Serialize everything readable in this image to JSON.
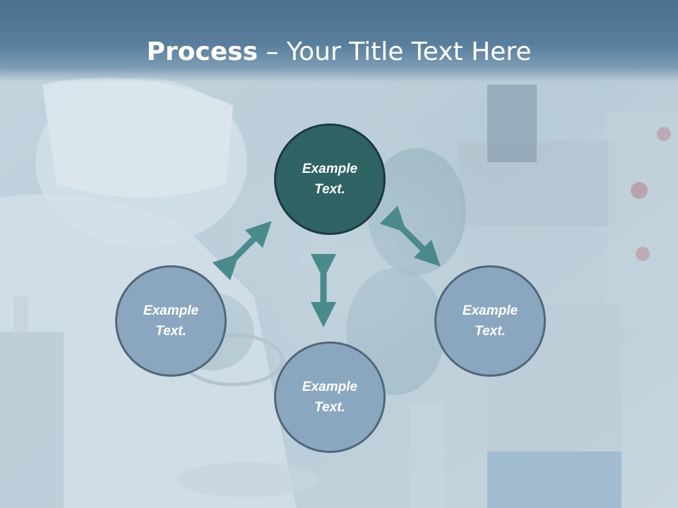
{
  "title": {
    "bold": "Process",
    "separator": " – ",
    "rest": "Your Title Text Here"
  },
  "nodes": {
    "top": {
      "label": "Example Text."
    },
    "left": {
      "label": "Example Text."
    },
    "bottom": {
      "label": "Example Text."
    },
    "right": {
      "label": "Example Text."
    }
  },
  "colors": {
    "title_band": "#4a6f8f",
    "dark_node": "#2f6364",
    "light_node": "#8ba7c0",
    "arrow": "#4a8a8c"
  }
}
